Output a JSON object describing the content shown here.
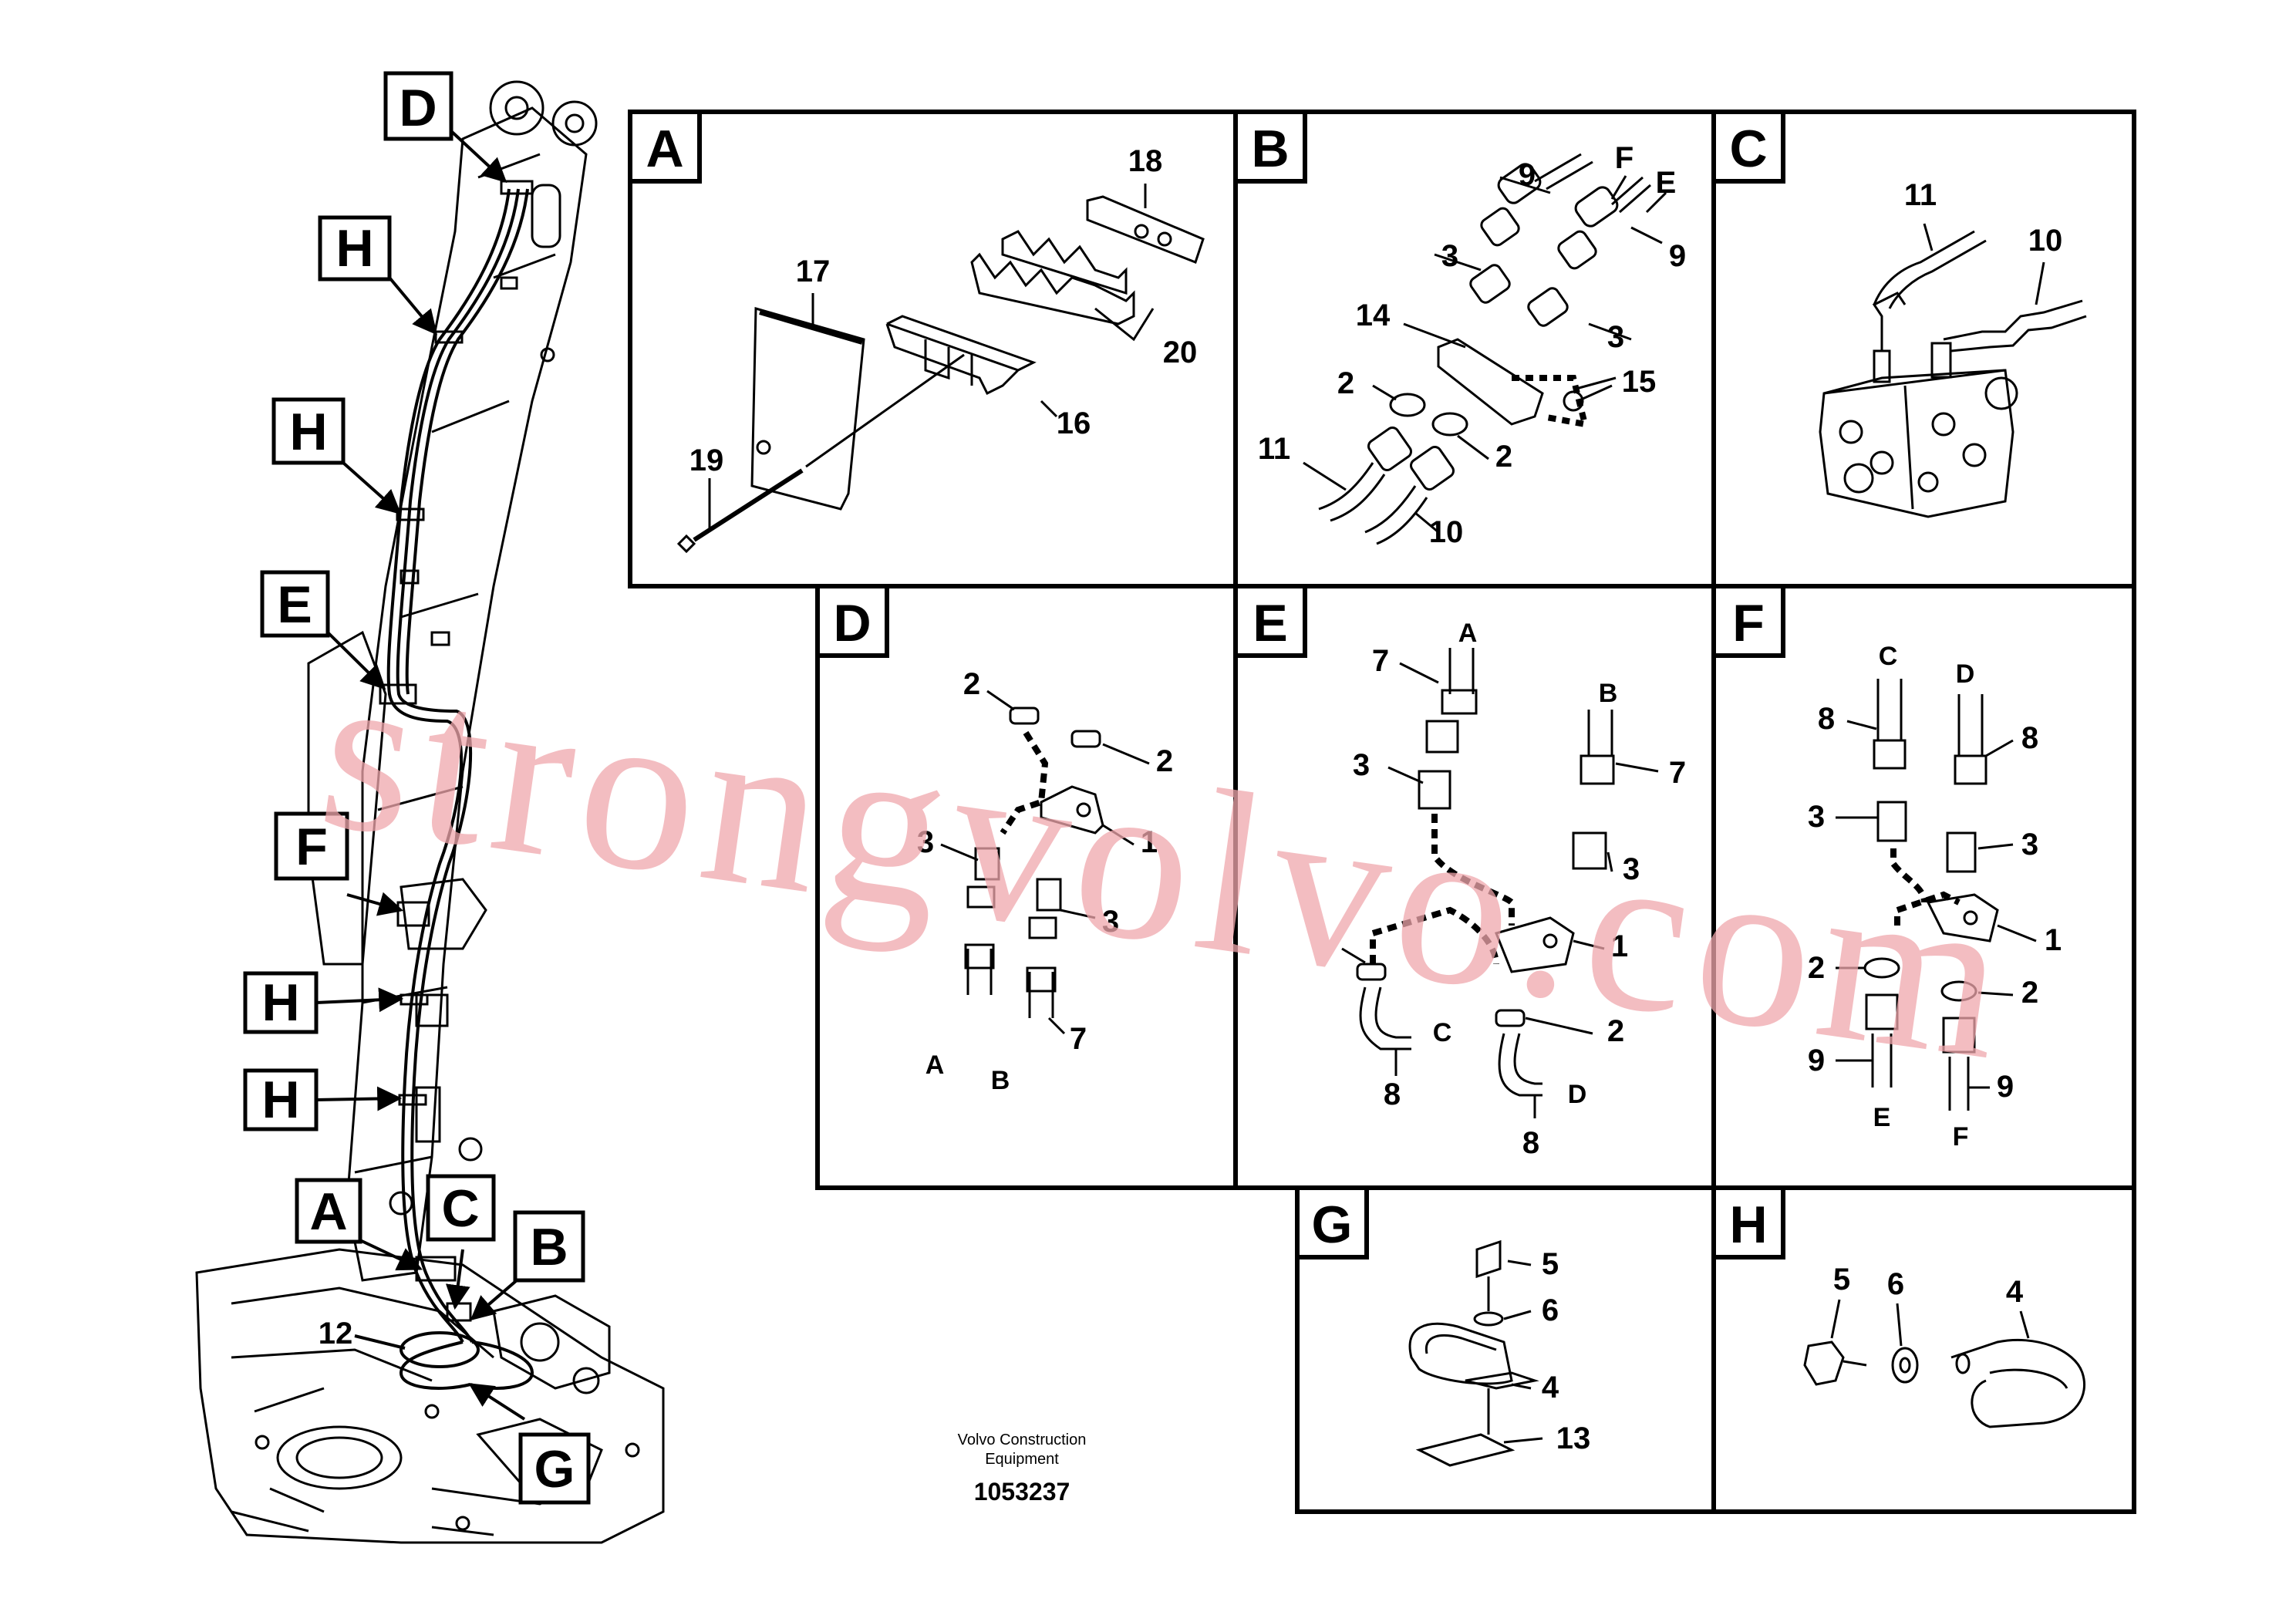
{
  "overview": {
    "labels": {
      "A": "A",
      "B": "B",
      "C": "C",
      "D": "D",
      "E": "E",
      "F": "F",
      "G": "G",
      "H": "H"
    },
    "item_12": "12"
  },
  "panels": {
    "A": {
      "letter": "A",
      "callouts": [
        "18",
        "17",
        "20",
        "16",
        "19"
      ]
    },
    "B": {
      "letter": "B",
      "callouts": [
        "9",
        "F",
        "E",
        "9",
        "3",
        "3",
        "14",
        "15",
        "2",
        "2",
        "11",
        "10"
      ]
    },
    "C": {
      "letter": "C",
      "callouts": [
        "11",
        "10"
      ]
    },
    "D": {
      "letter": "D",
      "callouts": [
        "2",
        "2",
        "1",
        "3",
        "3",
        "7"
      ],
      "pins": [
        "A",
        "B"
      ]
    },
    "E": {
      "letter": "E",
      "callouts": [
        "7",
        "3",
        "7",
        "3",
        "1",
        "2",
        "8",
        "8"
      ],
      "pins": [
        "A",
        "B",
        "C",
        "D"
      ]
    },
    "F": {
      "letter": "F",
      "callouts": [
        "8",
        "8",
        "3",
        "3",
        "1",
        "2",
        "2",
        "9",
        "9"
      ],
      "pins": [
        "C",
        "D",
        "E",
        "F"
      ]
    },
    "G": {
      "letter": "G",
      "callouts": [
        "5",
        "6",
        "4",
        "13"
      ]
    },
    "H": {
      "letter": "H",
      "callouts": [
        "5",
        "6",
        "4"
      ]
    }
  },
  "caption": {
    "line1": "Volvo Construction",
    "line2": "Equipment",
    "doc_number": "1053237"
  },
  "watermark": "strongvolvo.com"
}
